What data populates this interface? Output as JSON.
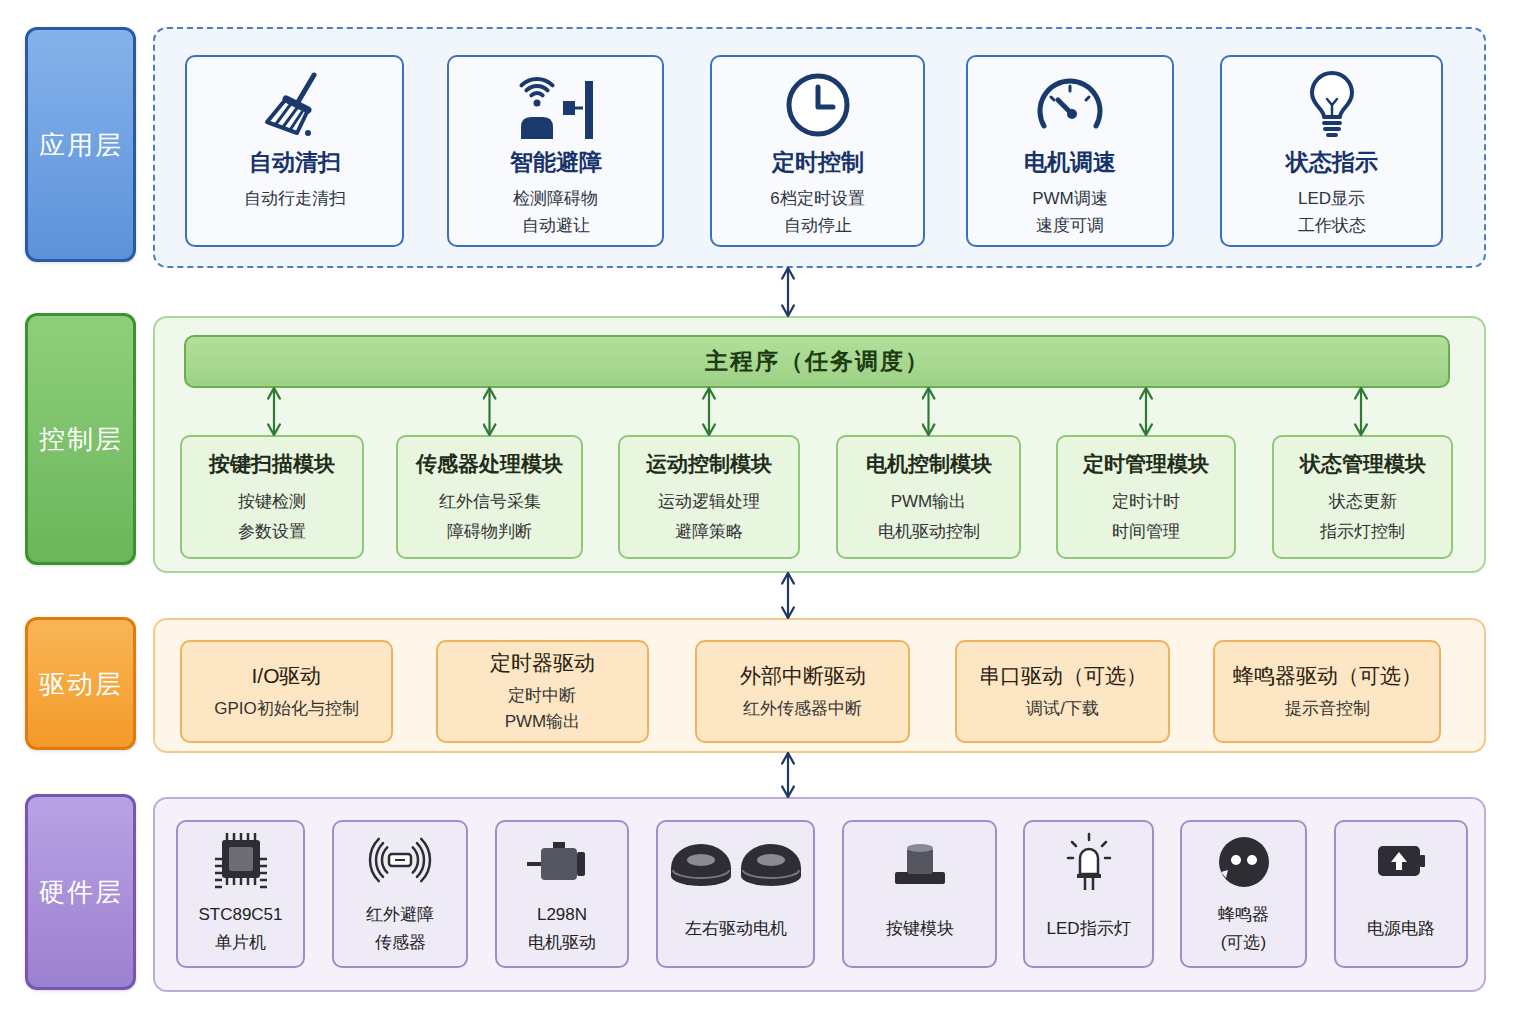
{
  "diagram": {
    "nodes": [
      {
        "text": [
          "应用层"
        ]
      },
      {
        "text": []
      },
      {
        "text": [
          "自动清扫",
          "自动行走清扫"
        ],
        "in": 1
      },
      {
        "text": [
          "智能避障",
          "检测障碍物 自动避让"
        ],
        "in": 1
      },
      {
        "text": [
          "定时控制",
          "6档定时设置 自动停止"
        ],
        "in": 1
      },
      {
        "text": [
          "电机调速",
          "PWM调速 速度可调"
        ],
        "in": 1
      },
      {
        "text": [
          "状态指示",
          "LED显示 工作状态"
        ],
        "in": 1
      },
      {
        "text": [
          "控制层"
        ]
      },
      {
        "text": []
      },
      {
        "text": [
          "主程序（任务调度）"
        ],
        "in": 8
      },
      {
        "text": [
          "按键扫描模块",
          "按键检测 参数设置"
        ],
        "in": 8
      },
      {
        "text": [
          "传感器处理模块",
          "红外信号采集 障碍物判断"
        ],
        "in": 8
      },
      {
        "text": [
          "运动控制模块",
          "运动逻辑处理 避障策略"
        ],
        "in": 8
      },
      {
        "text": [
          "电机控制模块",
          "PWM输出 电机驱动控制"
        ],
        "in": 8
      },
      {
        "text": [
          "定时管理模块",
          "定时计时 时间管理"
        ],
        "in": 8
      },
      {
        "text": [
          "状态管理模块",
          "状态更新 指示灯控制"
        ],
        "in": 8
      },
      {
        "text": [
          "驱动层"
        ]
      },
      {
        "text": []
      },
      {
        "text": [
          "I/O驱动",
          "GPIO初始化与控制"
        ],
        "in": 17
      },
      {
        "text": [
          "定时器驱动",
          "定时中断 PWM输出"
        ],
        "in": 17
      },
      {
        "text": [
          "外部中断驱动",
          "红外传感器中断"
        ],
        "in": 17
      },
      {
        "text": [
          "串口驱动（可选）",
          "调试/下载"
        ],
        "in": 17
      },
      {
        "text": [
          "蜂鸣器驱动（可选）",
          "提示音控制"
        ],
        "in": 17
      },
      {
        "text": [
          "硬件层"
        ]
      },
      {
        "text": []
      },
      {
        "text": [
          "STC89C51 单片机"
        ],
        "in": 24
      },
      {
        "text": [
          "红外避障 传感器"
        ],
        "in": 24
      },
      {
        "text": [
          "L298N 电机驱动"
        ],
        "in": 24
      },
      {
        "text": [
          "左右驱动电机"
        ],
        "in": 24
      },
      {
        "text": [
          "按键模块"
        ],
        "in": 24
      },
      {
        "text": [
          "LED指示灯"
        ],
        "in": 24
      },
      {
        "text": [
          "蜂鸣器 (可选)"
        ],
        "in": 24
      },
      {
        "text": [
          "电源电路"
        ],
        "in": 24
      }
    ],
    "edges": [
      {
        "from": 1,
        "to": 8,
        "arrow": "both"
      },
      {
        "from": 8,
        "to": 17,
        "arrow": "both"
      },
      {
        "from": 17,
        "to": 24,
        "arrow": "both"
      },
      {
        "from": 9,
        "to": 10,
        "arrow": "both"
      },
      {
        "from": 9,
        "to": 11,
        "arrow": "both"
      },
      {
        "from": 9,
        "to": 12,
        "arrow": "both"
      },
      {
        "from": 9,
        "to": 13,
        "arrow": "both"
      },
      {
        "from": 9,
        "to": 14,
        "arrow": "both"
      },
      {
        "from": 9,
        "to": 15,
        "arrow": "both"
      }
    ]
  }
}
